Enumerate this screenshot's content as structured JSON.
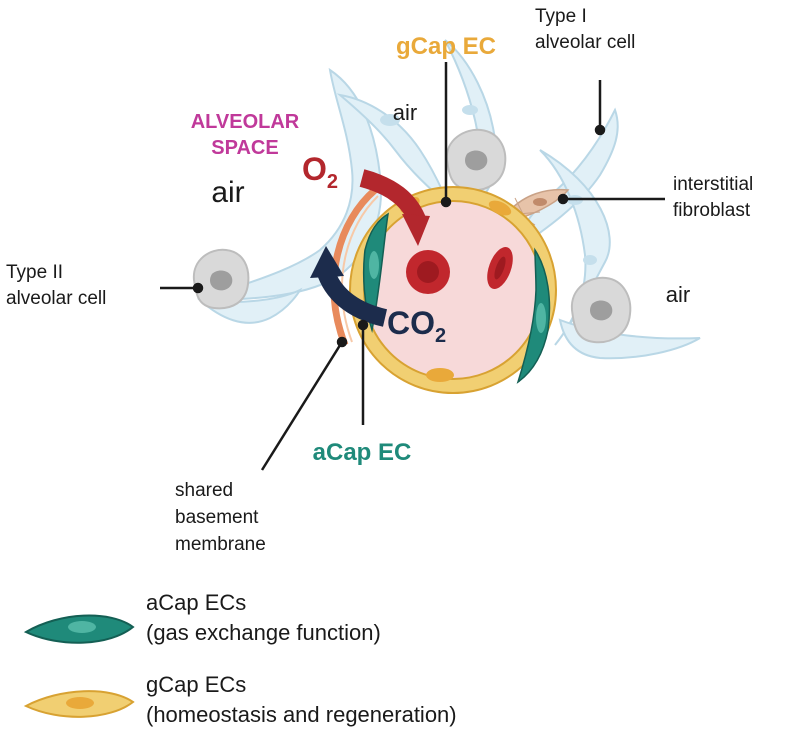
{
  "labels": {
    "alveolar_space_line1": "ALVEOLAR",
    "alveolar_space_line2": "SPACE",
    "air_left": "air",
    "air_top": "air",
    "air_right": "air",
    "o2_main": "O",
    "o2_sub": "2",
    "co2_main": "CO",
    "co2_sub": "2",
    "gcap_ec": "gCap EC",
    "acap_ec": "aCap EC",
    "type1_line1": "Type I",
    "type1_line2": "alveolar cell",
    "type2_line1": "Type II",
    "type2_line2": "alveolar cell",
    "fibroblast_line1": "interstitial",
    "fibroblast_line2": "fibroblast",
    "membrane_line1": "shared",
    "membrane_line2": "basement",
    "membrane_line3": "membrane"
  },
  "legend": {
    "acap_title": "aCap ECs",
    "acap_desc": "(gas exchange function)",
    "gcap_title": "gCap ECs",
    "gcap_desc": "(homeostasis and regeneration)"
  },
  "colors": {
    "alveolar_space": "#c0399a",
    "o2": "#b3272d",
    "co2": "#1c2c4c",
    "gcap": "#e9a93a",
    "acap": "#1f8a7a",
    "capillary_lumen": "#f7d9d9",
    "basement_membrane": "#e88a5c",
    "type1_cell": "#dfeef6"
  }
}
